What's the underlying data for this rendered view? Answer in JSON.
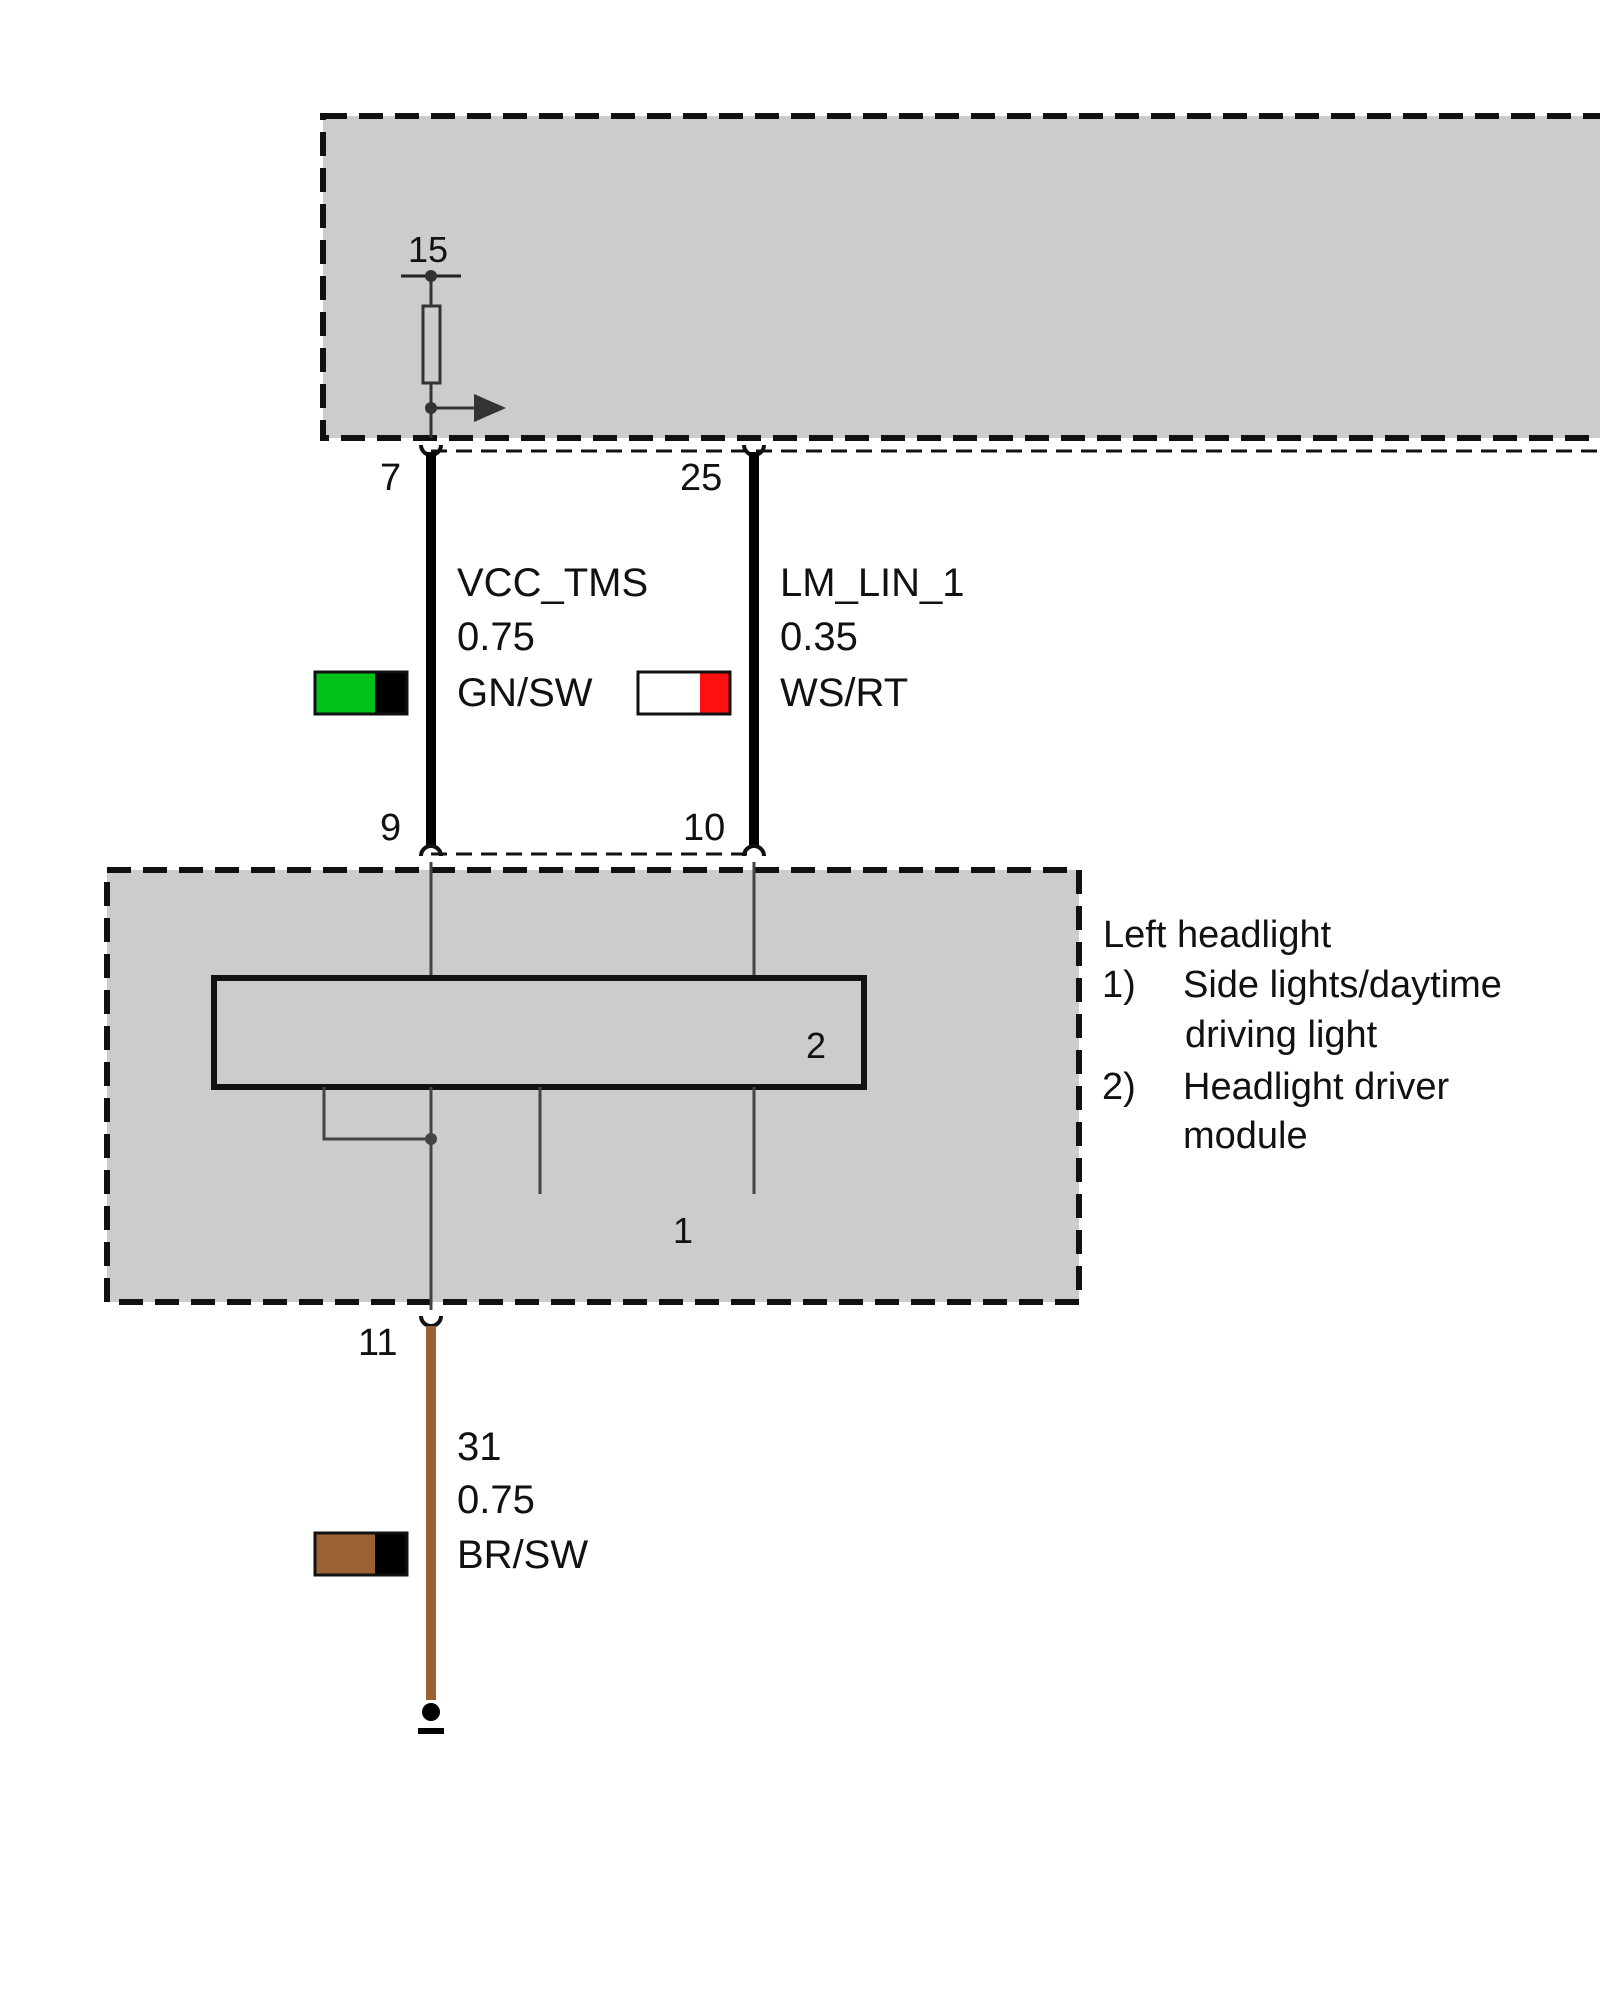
{
  "colors": {
    "module_fill": "#cccccc",
    "border": "#111111",
    "green": "#00c21a",
    "red": "#ff1010",
    "white": "#ffffff",
    "brown": "#9b6132",
    "black": "#000000"
  },
  "control_unit": {
    "supply_terminal": "15",
    "pins": {
      "supply": "7",
      "lin": "25"
    }
  },
  "wires": [
    {
      "signal": "VCC_TMS",
      "gauge": "0.75",
      "color_code": "GN/SW",
      "from_pin": "7",
      "to_pin": "9",
      "swatch": [
        "green",
        "black"
      ]
    },
    {
      "signal": "LM_LIN_1",
      "gauge": "0.35",
      "color_code": "WS/RT",
      "from_pin": "25",
      "to_pin": "10",
      "swatch": [
        "white",
        "red"
      ]
    },
    {
      "signal": "31",
      "gauge": "0.75",
      "color_code": "BR/SW",
      "from_pin": "11",
      "swatch": [
        "brown",
        "black"
      ]
    }
  ],
  "headlight": {
    "pins": {
      "supply": "9",
      "lin": "10",
      "ground": "11"
    },
    "component_1": "1",
    "component_2": "2"
  },
  "legend": {
    "title": "Left headlight",
    "items": [
      {
        "num": "1)",
        "line1": "Side lights/daytime",
        "line2": "driving light"
      },
      {
        "num": "2)",
        "line1": "Headlight driver",
        "line2": "module"
      }
    ]
  }
}
